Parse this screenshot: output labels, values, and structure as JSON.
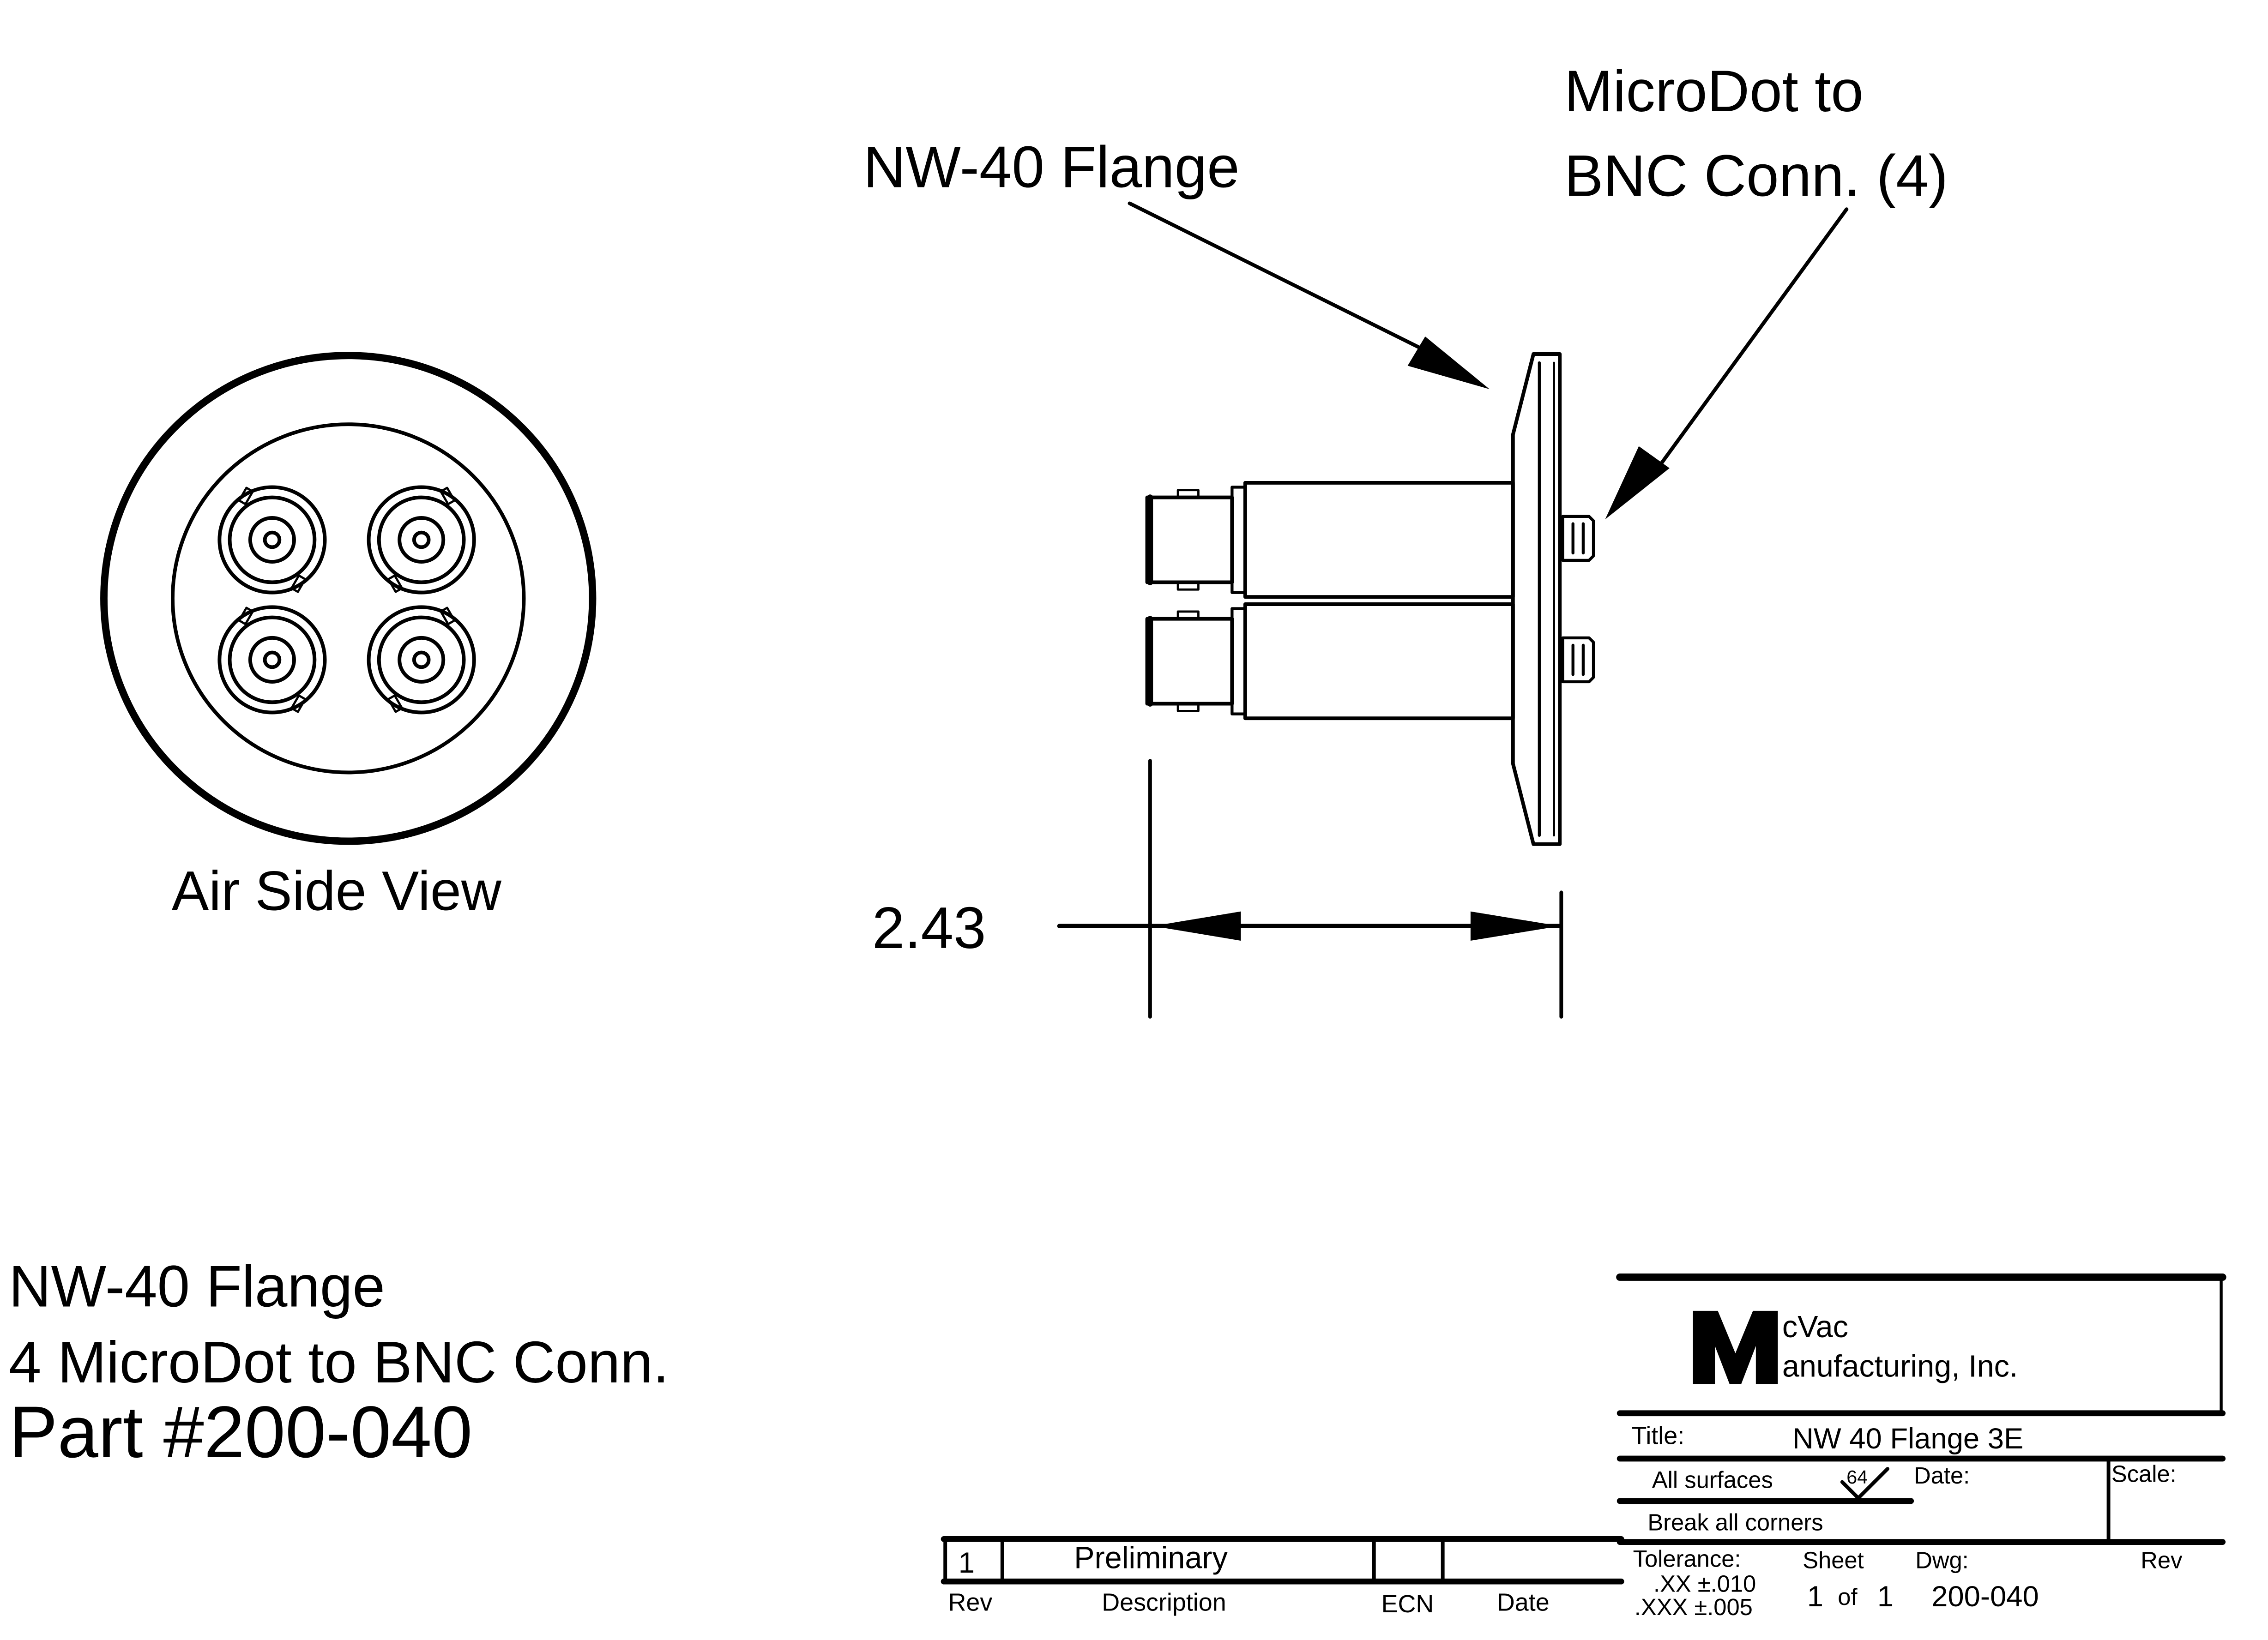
{
  "drawing": {
    "labels": {
      "flange_callout": "NW-40 Flange",
      "connector_callout_line1": "MicroDot to",
      "connector_callout_line2": "BNC Conn. (4)",
      "air_side_view": "Air Side View",
      "overall_length_dimension": "2.43"
    },
    "part_description": {
      "line1": "NW-40 Flange",
      "line2": "4 MicroDot to BNC Conn.",
      "part_number": "Part #200-040"
    },
    "connector_count": 4
  },
  "title_block": {
    "company_logo_letter": "M",
    "company_line1": "cVac",
    "company_line2": "anufacturing, Inc.",
    "title_label": "Title:",
    "title_value": "NW 40 Flange 3E",
    "surfaces_note": "All surfaces",
    "surface_finish_value": "64",
    "date_label": "Date:",
    "scale_label": "Scale:",
    "corners_note": "Break all corners",
    "tolerance_label": "Tolerance:",
    "tolerance_xx": ".XX  ±.010",
    "tolerance_xxx": ".XXX  ±.005",
    "sheet_label": "Sheet",
    "sheet_current": "1",
    "sheet_of": "of",
    "sheet_total": "1",
    "dwg_label": "Dwg:",
    "dwg_value": "200-040",
    "rev_label": "Rev"
  },
  "revision_block": {
    "rows": [
      {
        "rev": "1",
        "description": "Preliminary",
        "ecn": "",
        "date": ""
      }
    ],
    "headers": {
      "rev": "Rev",
      "description": "Description",
      "ecn": "ECN",
      "date": "Date"
    }
  }
}
